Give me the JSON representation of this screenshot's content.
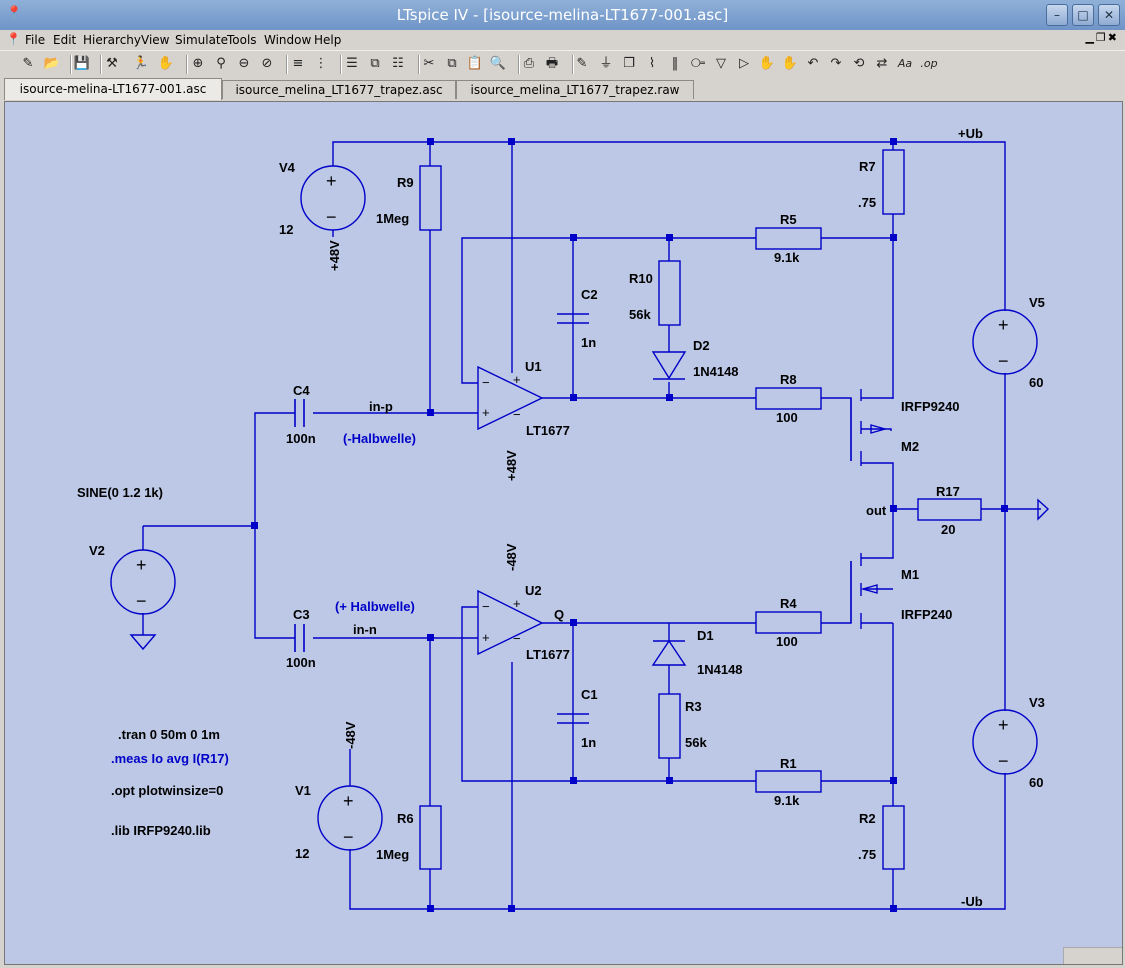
{
  "window": {
    "title": "LTspice IV - [isource-melina-LT1677-001.asc]"
  },
  "menu": [
    "File",
    "Edit",
    "Hierarchy",
    "View",
    "Simulate",
    "Tools",
    "Window",
    "Help"
  ],
  "tabs": [
    "isource-melina-LT1677-001.asc",
    "isource_melina_LT1677_trapez.asc",
    "isource_melina_LT1677_trapez.raw"
  ],
  "toolbar_icons": [
    "new-schematic-icon",
    "open-icon",
    "save-icon",
    "control-panel-icon",
    "run-icon",
    "halt-icon",
    "zoom-in-icon",
    "zoom-pan-icon",
    "zoom-out-icon",
    "zoom-fit-icon",
    "autorange-icon",
    "grid-icon",
    "tile-horizontal-icon",
    "cascade-icon",
    "tile-vertical-icon",
    "cut-icon",
    "copy-icon",
    "paste-icon",
    "find-icon",
    "print-setup-icon",
    "print-icon",
    "draw-wire-icon",
    "ground-icon",
    "label-net-icon",
    "resistor-icon",
    "capacitor-icon",
    "inductor-icon",
    "diode-icon",
    "component-icon",
    "move-icon",
    "drag-icon",
    "undo-icon",
    "redo-icon",
    "rotate-icon",
    "mirror-icon",
    "text-icon",
    "spice-directive-icon"
  ],
  "schematic": {
    "components": {
      "V4": {
        "name": "V4",
        "value": "12",
        "net": "+48V"
      },
      "R9": {
        "name": "R9",
        "value": "1Meg"
      },
      "R7": {
        "name": "R7",
        "value": ".75"
      },
      "R5": {
        "name": "R5",
        "value": "9.1k"
      },
      "R10": {
        "name": "R10",
        "value": "56k"
      },
      "C2": {
        "name": "C2",
        "value": "1n"
      },
      "D2": {
        "name": "D2",
        "value": "1N4148"
      },
      "U1": {
        "name": "U1",
        "value": "LT1677",
        "net": "+48V"
      },
      "R8": {
        "name": "R8",
        "value": "100"
      },
      "M2": {
        "name": "M2",
        "value": "IRFP9240"
      },
      "V5": {
        "name": "V5",
        "value": "60"
      },
      "C4": {
        "name": "C4",
        "value": "100n"
      },
      "R17": {
        "name": "R17",
        "value": "20"
      },
      "V2": {
        "name": "V2",
        "value": "SINE(0 1.2 1k)"
      },
      "M1": {
        "name": "M1",
        "value": "IRFP240"
      },
      "U2": {
        "name": "U2",
        "value": "LT1677",
        "net": "-48V"
      },
      "C3": {
        "name": "C3",
        "value": "100n"
      },
      "R4": {
        "name": "R4",
        "value": "100"
      },
      "D1": {
        "name": "D1",
        "value": "1N4148"
      },
      "C1": {
        "name": "C1",
        "value": "1n"
      },
      "R3": {
        "name": "R3",
        "value": "56k"
      },
      "R1": {
        "name": "R1",
        "value": "9.1k"
      },
      "V3": {
        "name": "V3",
        "value": "60"
      },
      "V1": {
        "name": "V1",
        "value": "12",
        "net": "-48V"
      },
      "R6": {
        "name": "R6",
        "value": "1Meg"
      },
      "R2": {
        "name": "R2",
        "value": ".75"
      }
    },
    "nets": {
      "ub_pos": "+Ub",
      "ub_neg": "-Ub",
      "in_p": "in-p",
      "in_n": "in-n",
      "out": "out",
      "q": "Q"
    },
    "comments": {
      "neg_half": "(-Halbwelle)",
      "pos_half": "(+ Halbwelle)"
    },
    "directives": [
      ".tran 0 50m 0 1m",
      ".meas Io avg I(R17)",
      ".opt plotwinsize=0",
      ".lib IRFP9240.lib"
    ],
    "colors": {
      "background": "#bcc8e6",
      "wire": "#0000c8",
      "text": "#000000",
      "comment": "#0000c8"
    }
  }
}
